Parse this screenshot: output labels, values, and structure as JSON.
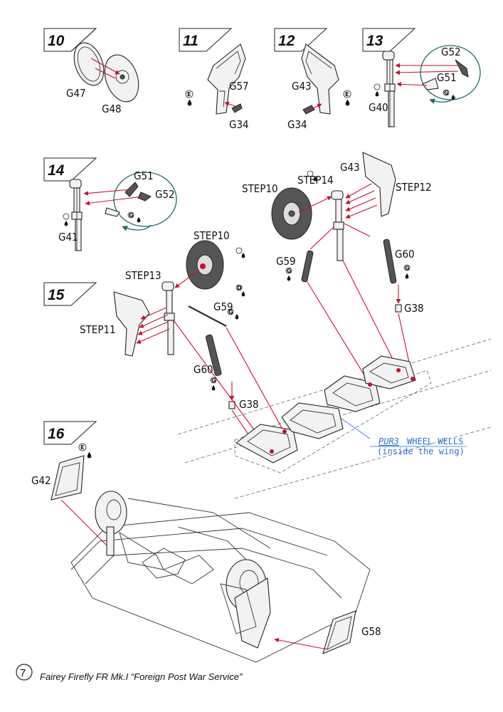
{
  "steps": {
    "s10": "10",
    "s11": "11",
    "s12": "12",
    "s13": "13",
    "s14": "14",
    "s15": "15",
    "s16": "16"
  },
  "parts": {
    "g47": "G47",
    "g48": "G48",
    "g57": "G57",
    "g34a": "G34",
    "g43a": "G43",
    "g34b": "G34",
    "g52a": "G52",
    "g51a": "G51",
    "g40": "G40",
    "g51b": "G51",
    "g52b": "G52",
    "g41": "G41",
    "g43b": "G43",
    "g59a": "G59",
    "g60a": "G60",
    "g38a": "G38",
    "g59b": "G59",
    "g60b": "G60",
    "g38b": "G38",
    "g42": "G42",
    "g58": "G58"
  },
  "refs": {
    "step10a": "STEP10",
    "step14": "STEP14",
    "step12": "STEP12",
    "step10b": "STEP10",
    "step13": "STEP13",
    "step11": "STEP11"
  },
  "wheel_wells": {
    "code": "PUR3",
    "label": "WHEEL WELLS",
    "note": "(inside the wing)"
  },
  "footer": {
    "page_number": "7",
    "title": "Fairey Firefly FR Mk.I “Foreign Post War Service”"
  },
  "symbols": {
    "e": "E",
    "g": "G",
    "d": "D"
  },
  "colors": {
    "arrow": "#c8102e",
    "callout": "#1a6a6a",
    "note": "#2a6fd6"
  }
}
